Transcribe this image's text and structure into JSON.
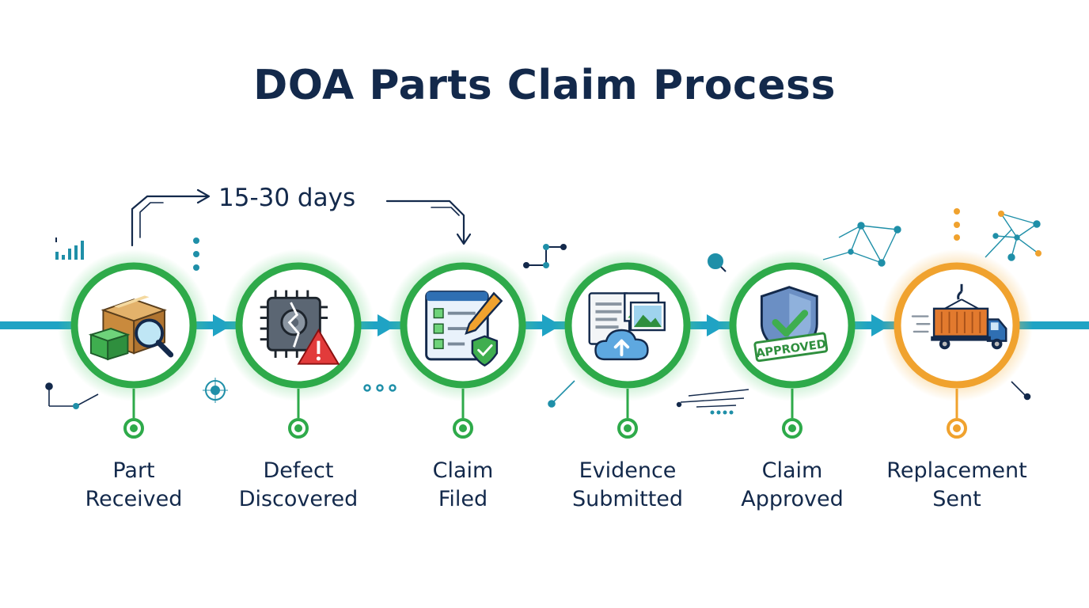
{
  "title": "DOA Parts Claim Process",
  "timing": {
    "label": "15-30 days",
    "from_step": 0,
    "to_step": 2
  },
  "colors": {
    "title": "#13294b",
    "flow_line": "#1fa3c4",
    "step_ring": "#2eaa4a",
    "final_ring": "#f0a22e",
    "accent_dots": "#1f8fa8"
  },
  "steps": [
    {
      "line1": "Part",
      "line2": "Received",
      "icon": "package-magnifier-icon",
      "status": "done"
    },
    {
      "line1": "Defect",
      "line2": "Discovered",
      "icon": "broken-chip-warning-icon",
      "status": "done"
    },
    {
      "line1": "Claim",
      "line2": "Filed",
      "icon": "form-pen-shield-icon",
      "status": "done"
    },
    {
      "line1": "Evidence",
      "line2": "Submitted",
      "icon": "documents-cloud-upload-icon",
      "status": "done"
    },
    {
      "line1": "Claim",
      "line2": "Approved",
      "icon": "shield-check-approved-icon",
      "status": "done"
    },
    {
      "line1": "Replacement",
      "line2": "Sent",
      "icon": "truck-container-icon",
      "status": "final"
    }
  ]
}
